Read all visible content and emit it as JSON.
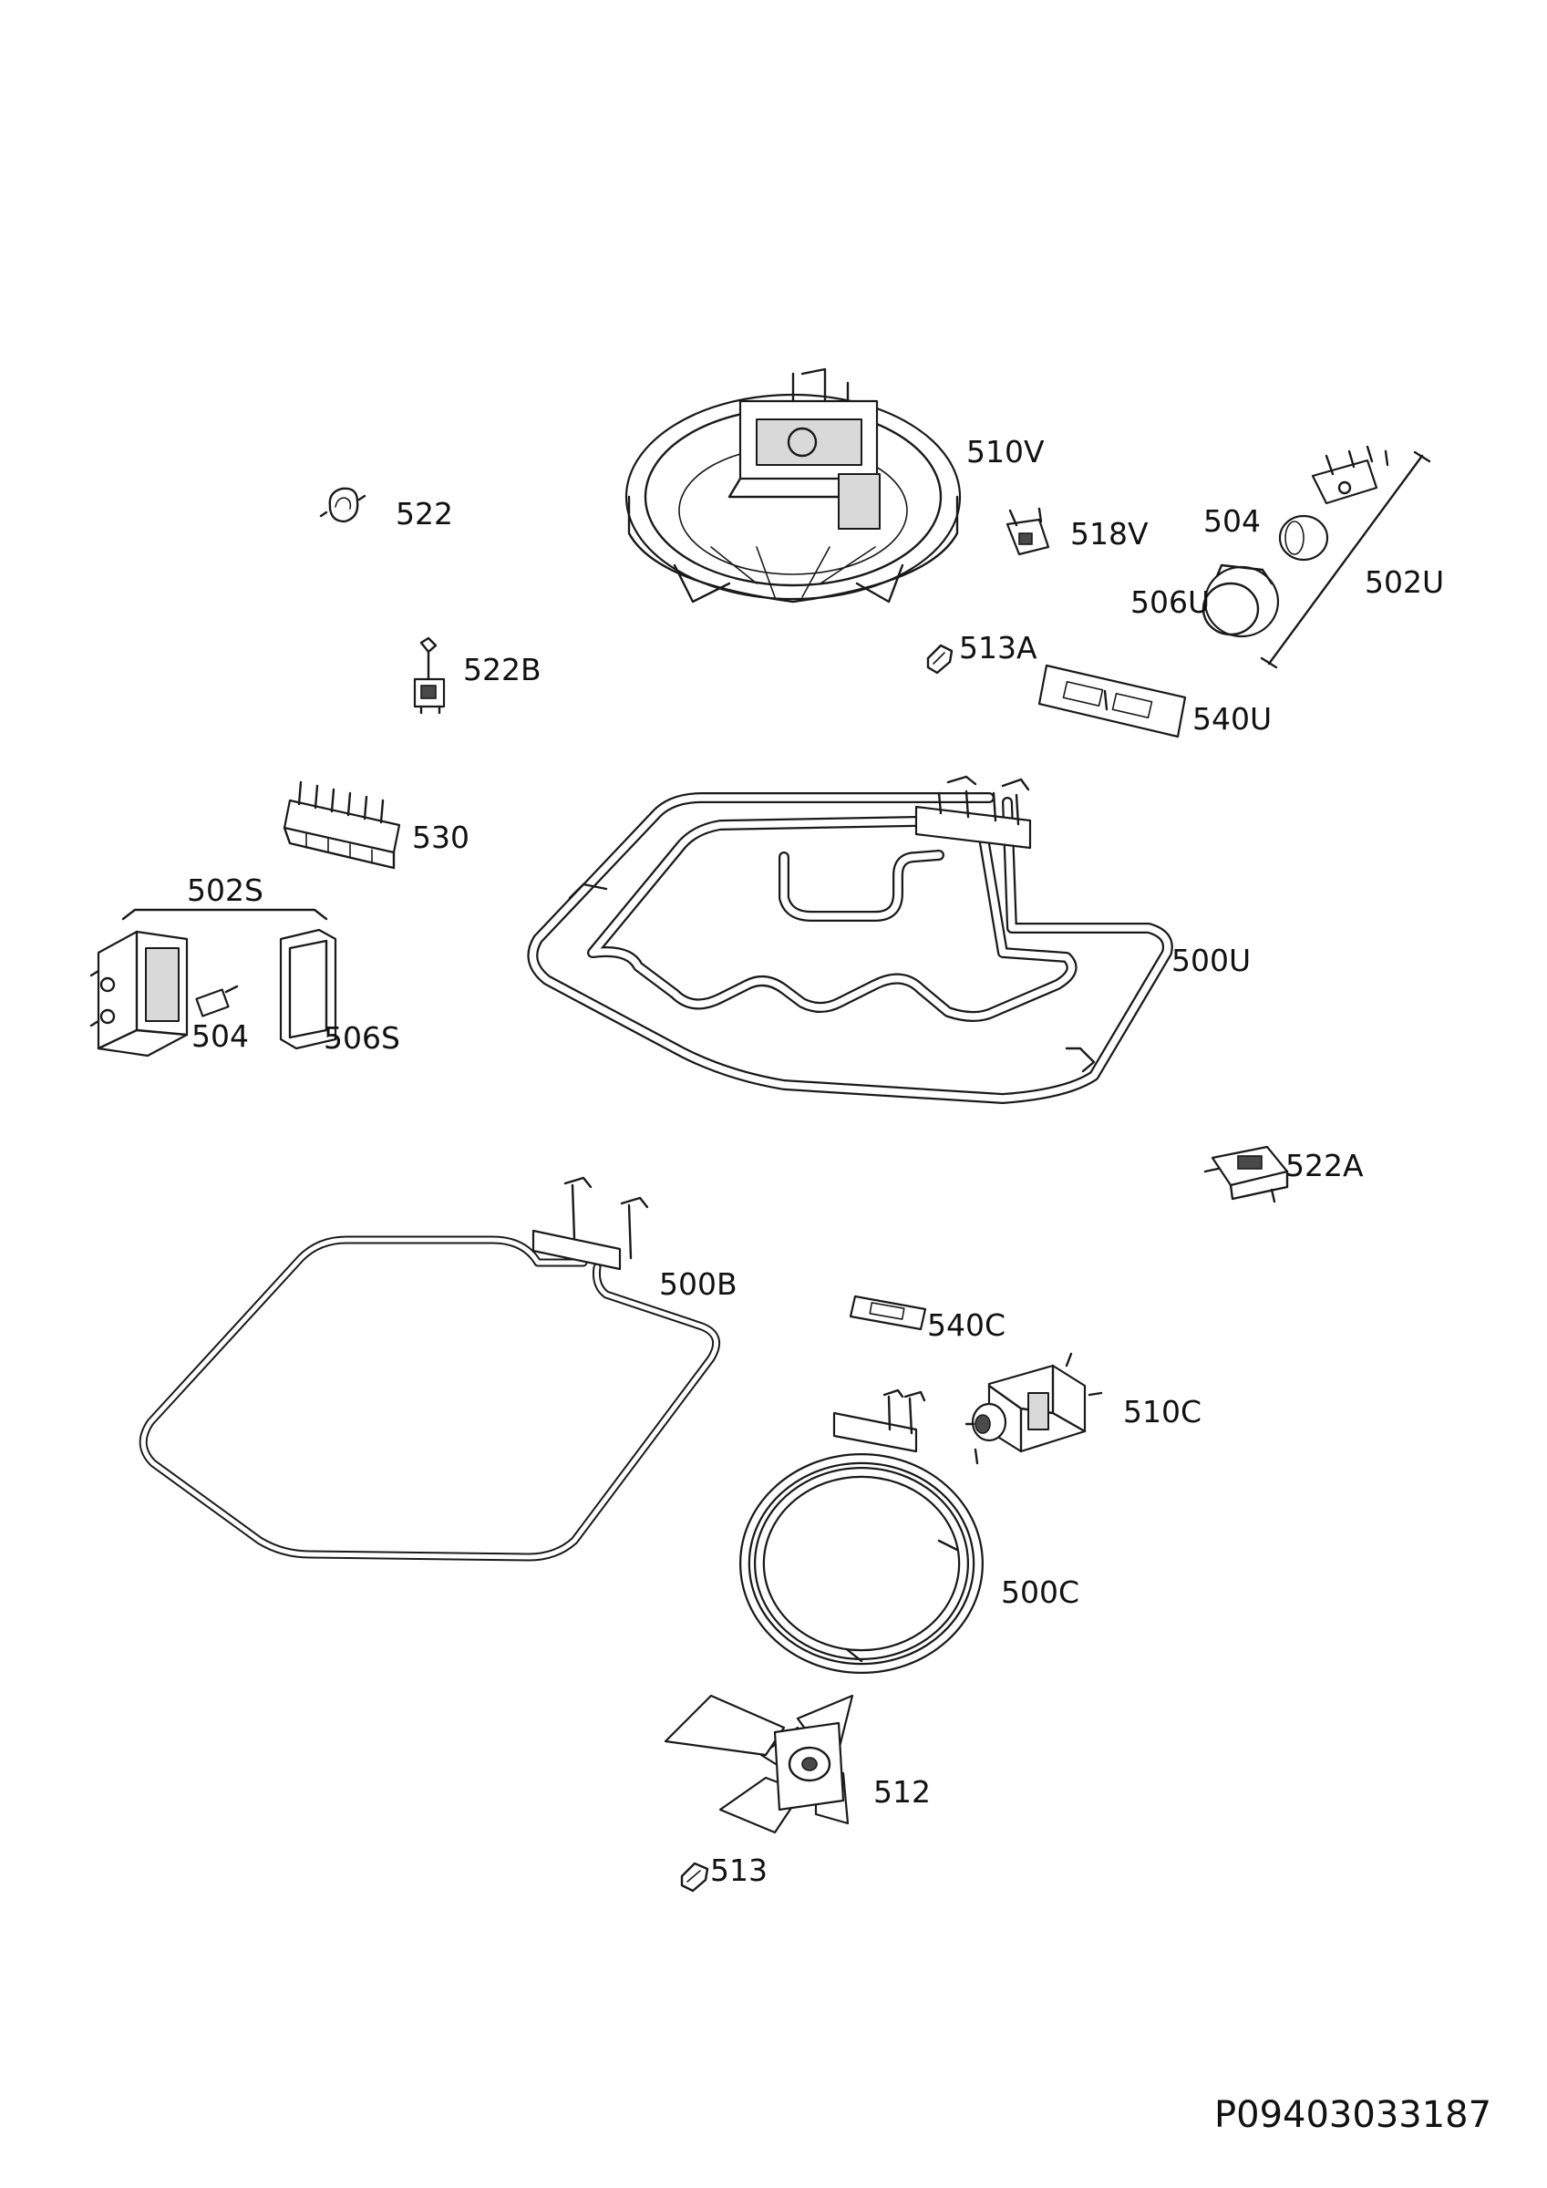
{
  "labels": {
    "p510V": "510V",
    "p522": "522",
    "p518V": "518V",
    "p504a": "504",
    "p502U": "502U",
    "p506U": "506U",
    "p513A": "513A",
    "p522B": "522B",
    "p540U": "540U",
    "p530": "530",
    "p502S": "502S",
    "p500U": "500U",
    "p504b": "504",
    "p506S": "506S",
    "p522A": "522A",
    "p500B": "500B",
    "p540C": "540C",
    "p510C": "510C",
    "p500C": "500C",
    "p512": "512",
    "p513": "513"
  },
  "footer": {
    "drawing_code": "P09403033187"
  }
}
